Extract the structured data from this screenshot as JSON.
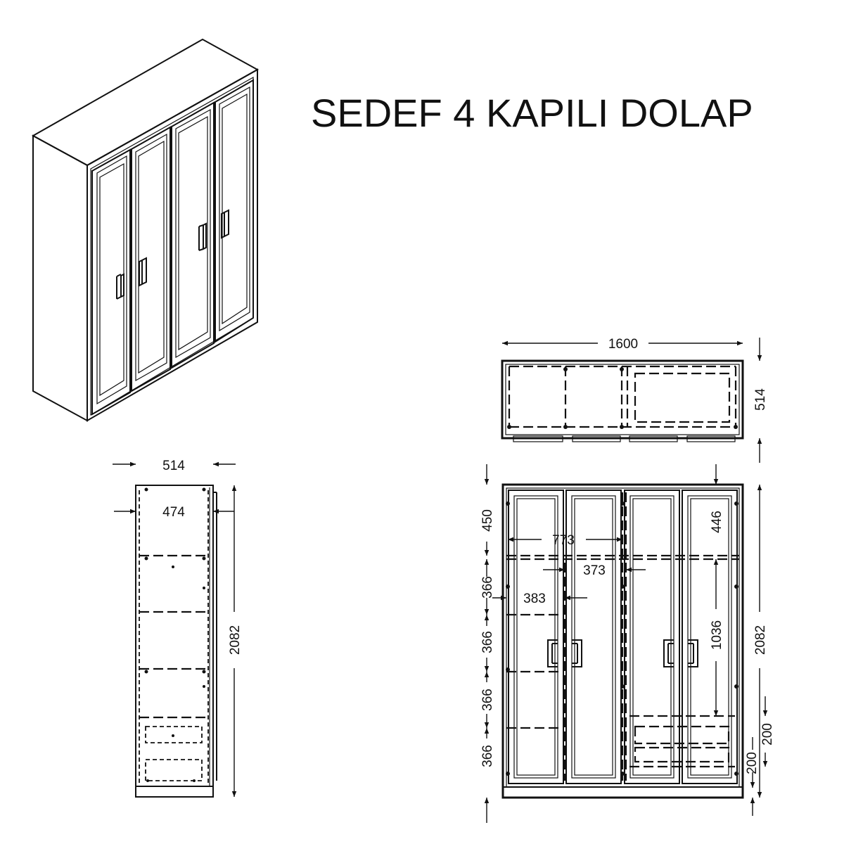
{
  "title": "SEDEF 4 KAPILI DOLAP",
  "top_view": {
    "width": "1600",
    "depth": "514"
  },
  "side_view": {
    "depth": "514",
    "inner_depth": "474",
    "height": "2082"
  },
  "front_view": {
    "height": "2082",
    "shelf_heights": [
      "450",
      "366",
      "366",
      "366",
      "366"
    ],
    "top_gap": "446",
    "hanging_height": "1036",
    "drawer_heights": [
      "200",
      "200"
    ],
    "inner_width_left": "773",
    "section_width_left": "383",
    "section_width_right": "373"
  }
}
